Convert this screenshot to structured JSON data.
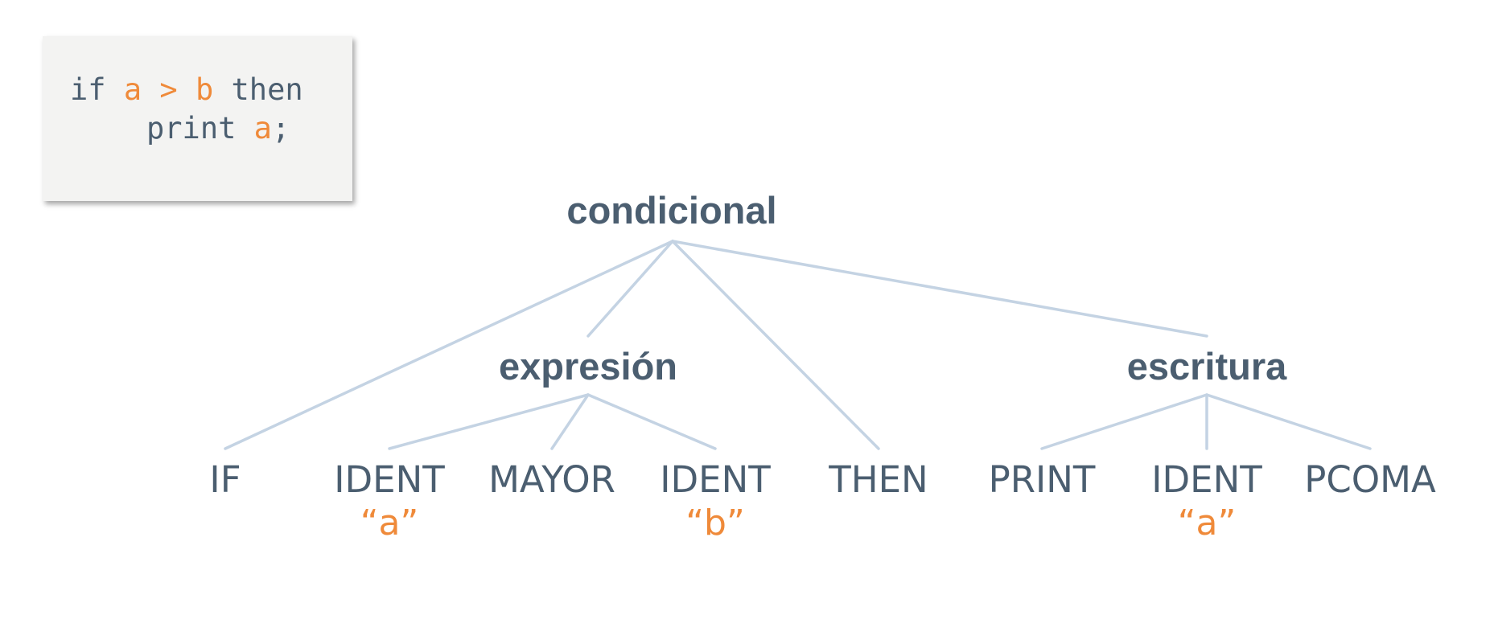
{
  "code": {
    "line1": {
      "kw_if": "if",
      "var_a": "a",
      "op_gt": ">",
      "var_b": "b",
      "kw_then": "then"
    },
    "line2": {
      "kw_print": "print",
      "var_a": "a",
      "semicolon": ";"
    }
  },
  "tree": {
    "root": "condicional",
    "expresion": "expresión",
    "escritura": "escritura",
    "tokens": [
      "IF",
      "IDENT",
      "MAYOR",
      "IDENT",
      "THEN",
      "PRINT",
      "IDENT",
      "PCOMA"
    ],
    "lexemes": [
      "“a”",
      "“b”",
      "“a”"
    ]
  },
  "colors": {
    "text": "#4b5e70",
    "accent": "#ef8a3a",
    "edge": "#c4d3e3",
    "card": "#f3f3f2"
  }
}
